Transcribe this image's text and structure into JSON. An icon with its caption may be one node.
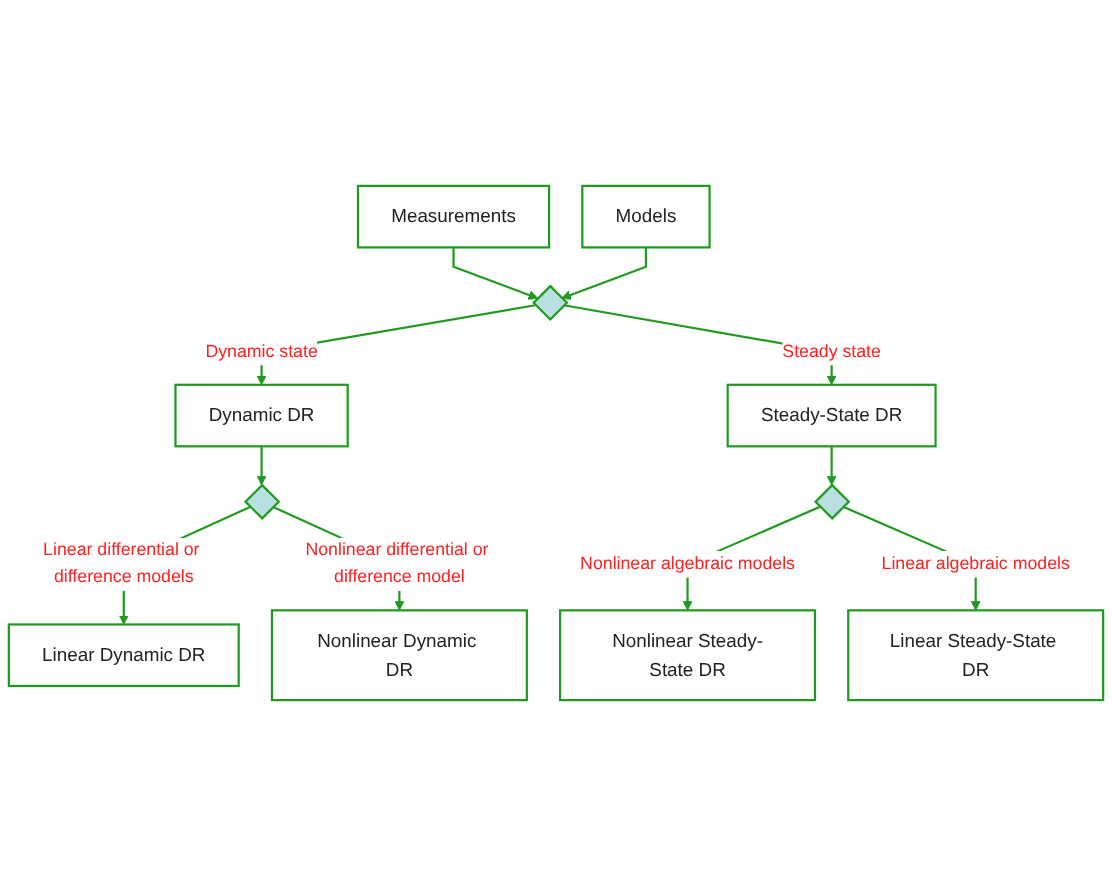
{
  "diagram": {
    "nodes": [
      {
        "text": [
          "Measurements"
        ]
      },
      {
        "text": [
          "Models"
        ]
      },
      {
        "text": [],
        "shape": "diamond"
      },
      {
        "text": [
          "Dynamic DR"
        ]
      },
      {
        "text": [],
        "shape": "diamond"
      },
      {
        "text": [
          "Linear Dynamic DR"
        ]
      },
      {
        "text": [
          "Nonlinear Dynamic DR"
        ]
      },
      {
        "text": [
          "Steady-State DR"
        ]
      },
      {
        "text": [],
        "shape": "diamond"
      },
      {
        "text": [
          "Nonlinear Steady-State DR"
        ]
      },
      {
        "text": [
          "Linear Steady-State DR"
        ]
      }
    ],
    "edges": [
      {
        "from": 0,
        "to": 2,
        "arrow": "to"
      },
      {
        "from": 1,
        "to": 2,
        "arrow": "to"
      },
      {
        "from": 2,
        "to": 3,
        "label": "Dynamic state",
        "arrow": "to"
      },
      {
        "from": 2,
        "to": 7,
        "label": "Steady state",
        "arrow": "to"
      },
      {
        "from": 3,
        "to": 4,
        "arrow": "to"
      },
      {
        "from": 4,
        "to": 5,
        "label": "Linear differential or difference models",
        "arrow": "to"
      },
      {
        "from": 4,
        "to": 6,
        "label": "Nonlinear differential or difference model",
        "arrow": "to"
      },
      {
        "from": 7,
        "to": 8,
        "arrow": "to"
      },
      {
        "from": 8,
        "to": 9,
        "label": "Nonlinear algebraic models",
        "arrow": "to"
      },
      {
        "from": 8,
        "to": 10,
        "label": "Linear algebraic models",
        "arrow": "to"
      }
    ]
  }
}
